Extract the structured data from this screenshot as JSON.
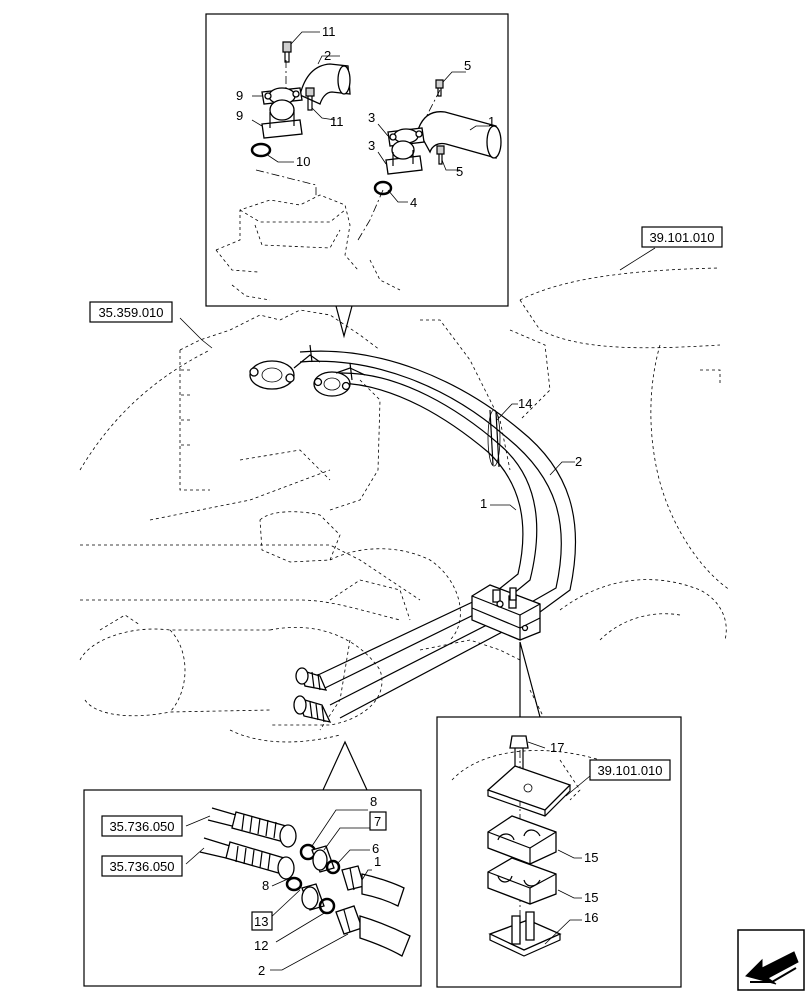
{
  "references": {
    "top_right": "39.101.010",
    "left_main": "35.359.010",
    "detail_right": "39.101.010",
    "detail_left_upper": "35.736.050",
    "detail_left_lower": "35.736.050"
  },
  "callouts": {
    "top_detail": [
      "11",
      "2",
      "9",
      "9",
      "11",
      "10",
      "5",
      "3",
      "1",
      "3",
      "5",
      "4"
    ],
    "main": [
      "14",
      "2",
      "1"
    ],
    "right_detail": [
      "17",
      "15",
      "15",
      "16"
    ],
    "left_detail": [
      "8",
      "7",
      "6",
      "1",
      "8",
      "13",
      "12",
      "2"
    ]
  },
  "boxed_callouts": [
    "7",
    "13"
  ],
  "nav": {
    "icon": "next-page-arrow-icon"
  }
}
